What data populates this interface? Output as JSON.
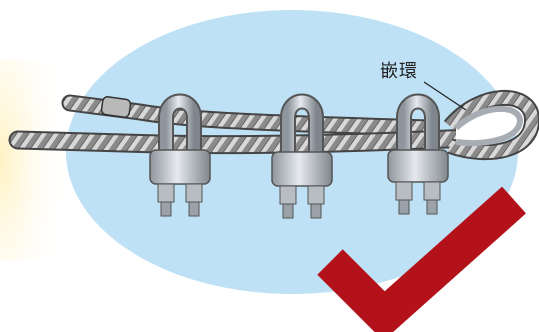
{
  "diagram": {
    "label_thimble": "嵌環",
    "colors": {
      "background_ellipse": "#bfe1f5",
      "left_glow": "#fff2c2",
      "checkmark": "#b3121b",
      "clip_metal": "#c9ced3",
      "wire_rope": "#6e6e6e"
    },
    "icons": [
      "wire-rope",
      "u-bolt-clip",
      "thimble",
      "check-icon"
    ]
  }
}
